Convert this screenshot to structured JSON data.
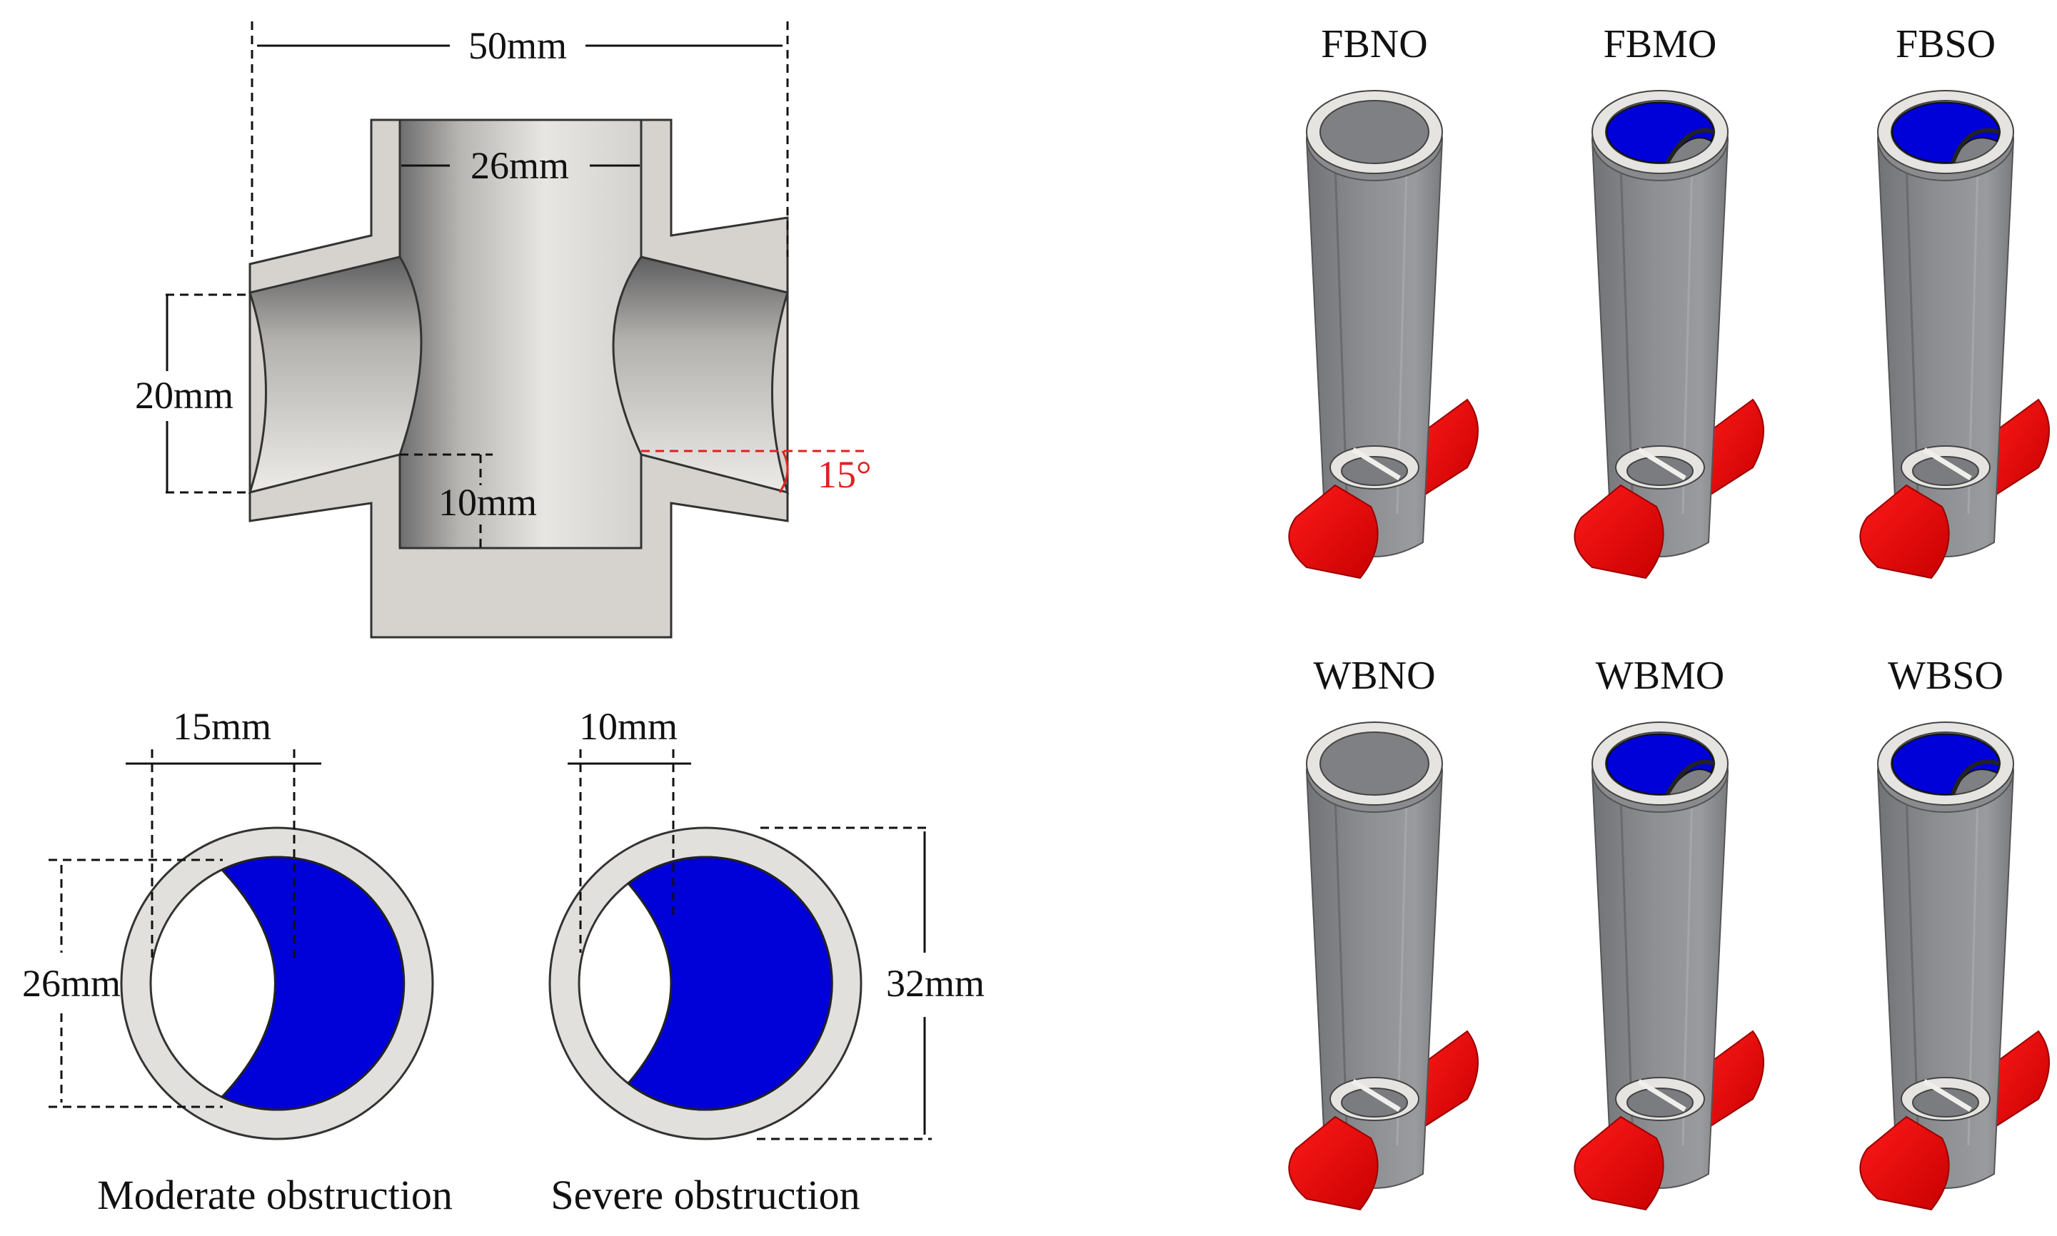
{
  "colors": {
    "wall": "#d6d3ce",
    "wall_stroke": "#333333",
    "lumen_light": "#e8e6e2",
    "lumen_dark": "#6e6e70",
    "obstruction": "#0000d8",
    "ring": "#e2e0dc",
    "tube_gray": "#8a8b8e",
    "tube_dark": "#6f7073",
    "branch_red": "#e00000",
    "angle_red": "#e02020"
  },
  "cross_section": {
    "width_label": "50mm",
    "lumen_label": "26mm",
    "branch_label": "20mm",
    "depth_label": "10mm",
    "angle_label": "15°"
  },
  "obstructions": [
    {
      "gap_label": "15mm",
      "diameter_label": "26mm",
      "caption": "Moderate obstruction",
      "fraction": 0.62
    },
    {
      "gap_label": "10mm",
      "diameter_label": "32mm",
      "caption": "Severe obstruction",
      "fraction": 0.7
    }
  ],
  "models": [
    {
      "label": "FBNO",
      "obstruction": "none"
    },
    {
      "label": "FBMO",
      "obstruction": "moderate"
    },
    {
      "label": "FBSO",
      "obstruction": "severe"
    },
    {
      "label": "WBNO",
      "obstruction": "none"
    },
    {
      "label": "WBMO",
      "obstruction": "moderate"
    },
    {
      "label": "WBSO",
      "obstruction": "severe"
    }
  ]
}
